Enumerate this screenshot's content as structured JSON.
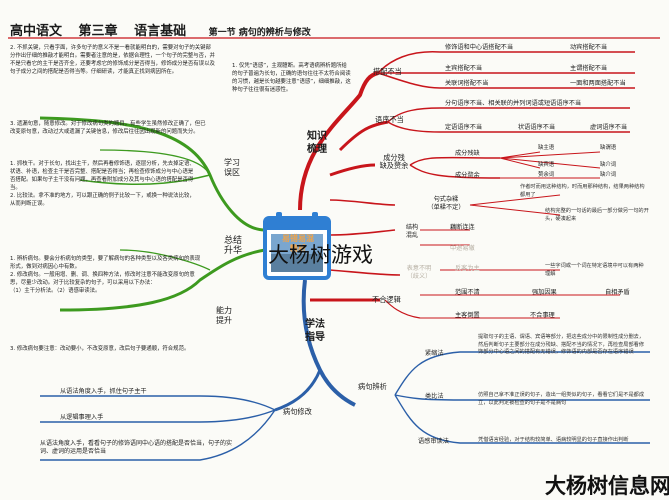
{
  "header": {
    "subject": "高中语文",
    "chapter": "第三章",
    "topic": "语言基础",
    "section": "第一节 病句的辨析与修改"
  },
  "notes": {
    "tip1": "2. 不抓关键，只看字面，许多句子的意义不是一看就能明白的，需要对句子的关键部分作出仔细的推敲才能明白。需要者注意的是，依据合理性，一个句子的完整与否，并不是只看它的主干是否齐全，还要考虑它的修饰成分是否得当，修饰成分是否有误以及句子成分之间的搭配是否得当等。仔细研读，才能真正找到病因所在。",
    "tip2": "1. 仅凭“语感”，主观臆断。高考语病辨析题所给的句子普遍为长句，正确的语句往往不太符合阅读的习惯，越是长句越要注意“语感”，细细推敲，这种句子往往很有迷惑性。",
    "tip3": "3. 遗漏句意，随意修改。对于修改病句类的题目，有些学生虽然修改正确了，但已改变原句意，改动过大或遗漏了关键信息，修改后往往因出现新的问题而失分。",
    "tip4": "1. 抓枝干。对于长句，找出主干，然后再看修饰语，逐层分析，先去掉定语、状语、补语，检查主干是否完整、搭配是否得当；再检查修饰成分与中心语是否搭配。如果句子主干没有问题，再查看附加成分及其与中心语的搭配是否得当。\n2. 比较法。拿不准的地方，可以跟正确的例子比较一下，或换一种说法比较，从而判断正误。",
    "tip5": "1. 辨析病句。要会分析病句的类型，要了解病句的各种类型以及各类病句的表现形式，做到对病因心中有数。\n2. 修改病句。一般用增、删、调、换四种方法，修改时注意不能改变原句的意思，尽量少改动。对于比较复杂的句子，可以采用以下办法：\n（1）主干分析法。（2）语感审读法。",
    "tip6": "3. 修改病句要注意：改动要小，不改变原意，改后句子要通顺，符合规范。"
  },
  "center": {
    "knowledge": "知识\n梳理",
    "learning_area": "学习\n误区",
    "summary": "总结\n升华",
    "ability": "能力\n提升",
    "method": "学法\n指导",
    "icon_title": "易错易混\n精析"
  },
  "knowledge": {
    "collocation": {
      "label": "搭配不当",
      "items": [
        {
          "left": "修饰语和中心语搭配不当",
          "right": "动宾搭配不当"
        },
        {
          "left": "主宾搭配不当",
          "right": "主谓搭配不当"
        },
        {
          "left": "关联词搭配不当",
          "right": "一面和两面搭配不当"
        }
      ]
    },
    "order": {
      "label": "语序不当",
      "items": [
        {
          "left": "分句语序不当、相关联的并列词语或短语语序不当",
          "right": ""
        },
        {
          "left": "定语语序不当",
          "right": "状语语序不当"
        },
        {
          "left": "",
          "right": "虚词语序不当"
        }
      ]
    },
    "component": {
      "label": "成分残\n缺及赘余",
      "missing": "成分残缺",
      "missing_items": [
        "缺主语",
        "缺谓语",
        "缺宾语",
        "缺介词"
      ],
      "redundant": "成分赘余",
      "redundant_items": [
        "赘余词",
        "缺介词"
      ]
    },
    "mixed": {
      "label": "句式杂糅\n（单糅不定）",
      "desc1": "作者时而用这种结构，时而用那种结构，结果两种结构都用了",
      "desc2": "结构完整的一句话的最后一部分做另一句的开头，硬凑起来",
      "structure": "结构\n混乱",
      "cross": "藕断连连",
      "middle": "中途易辙"
    },
    "unclear": {
      "label": "表意不明\n（歧义）",
      "item1": "反客为主",
      "item2": "一些字词或一个词在特定语境中可以有两种理解"
    },
    "logic": {
      "label": "不合逻辑",
      "items": [
        "范围不清",
        "强加因果",
        "自相矛盾",
        "主客倒置",
        "不合事理"
      ]
    }
  },
  "method": {
    "branch": "病句辨析",
    "items": [
      {
        "name": "紧缩法",
        "desc": "提取句子的主语、谓语、宾语等部分，把这些成分中的限制性成分删去，然后判断句子主要部分在成分残缺、搭配不当的情况下，再检查局部看修饰部分中心语之间的搭配有无错误，修饰语的内部是否存在语序错误"
      },
      {
        "name": "类比法",
        "desc": "仿照自己拿不准正误的句子，造出一组类似的句子，看看它们是不是都成立，以此判定被检查的句子是不是病句"
      },
      {
        "name": "语感审读法",
        "desc": "凭借语言经验，对于结构较简单、语病较明显的句子直接作出判断"
      }
    ]
  },
  "revise": {
    "branch": "病句修改",
    "item1": "从语法角度入手，抓住句子主干",
    "item2": "从逻辑事理入手",
    "item3": "从语法角度入手，看看句子的修饰语同中心语的搭配是否恰当，句子的实词、虚词的运用是否恰当"
  },
  "watermark": {
    "center": "大杨树游戏",
    "corner": "大杨树信息网"
  },
  "colors": {
    "red": "#c8151b",
    "green": "#3d9a1f",
    "blue": "#2b5fa8",
    "icon_blue": "#2f7fd3"
  }
}
